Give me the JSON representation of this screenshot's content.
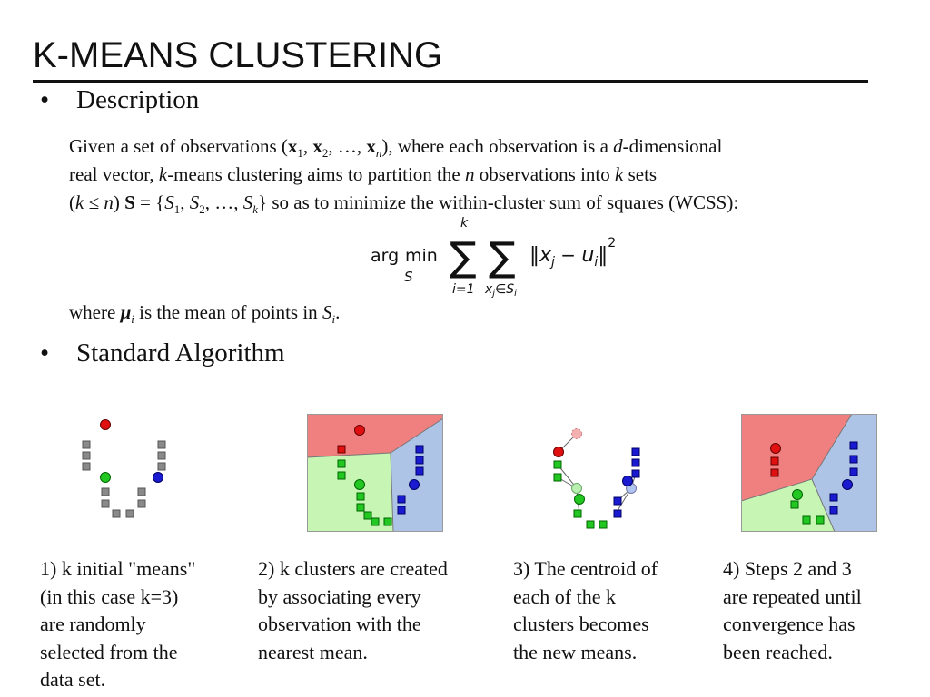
{
  "title": "K-MEANS CLUSTERING",
  "bullets": [
    {
      "marker": "•",
      "label": "Description"
    },
    {
      "marker": "•",
      "label": "Standard Algorithm"
    }
  ],
  "description": {
    "line1": {
      "a": "Given a set of observations (",
      "x1": "x",
      "s1": "1",
      "c1": ", ",
      "x2": "x",
      "s2": "2",
      "c2": ", …, ",
      "xn": "x",
      "sn": "n",
      "b": "), where each observation is a ",
      "d": "d",
      "c": "-dimensional"
    },
    "line2": {
      "a": "real vector, ",
      "k": "k",
      "b": "-means clustering aims to partition the ",
      "n": "n",
      "c": " observations into ",
      "k2": "k",
      "d": " sets"
    },
    "line3": {
      "a": "(",
      "k": "k",
      "le": " ≤ ",
      "n": "n",
      "b": ") ",
      "S": "S",
      "eq": " = {",
      "S1": "S",
      "s1": "1",
      "c1": ", ",
      "S2": "S",
      "s2": "2",
      "c2": ", …, ",
      "Sk": "S",
      "sk": "k",
      "e": "} so as to minimize the within-cluster sum of squares (WCSS):"
    }
  },
  "formula": {
    "arg": "arg",
    "min": "min",
    "min_sub": "S",
    "sum1_top": "k",
    "sum1_bottom": "i=1",
    "sum2_bottom": "x",
    "sum2_bottom_sub": "j",
    "sum2_bottom_rest": "∈S",
    "sum2_bottom_sub2": "i",
    "sigma": "∑",
    "norm_left": "‖",
    "xj": "x",
    "xj_sub": "j",
    "minus": " − ",
    "ui": "u",
    "ui_sub": "i",
    "norm_right": "‖",
    "power": "2"
  },
  "where": {
    "a": "where ",
    "mu": "μ",
    "mu_sub": "i",
    "b": " is the mean of points in ",
    "S": "S",
    "S_sub": "i",
    "c": "."
  },
  "captions": [
    "1) k initial \"means\"\n(in this case k=3)\nare randomly\nselected from the\ndata set.",
    "2) k clusters are created\nby associating every\nobservation with the\nnearest mean.",
    "3) The centroid of\neach of the k\nclusters becomes\nthe new means.",
    "4) Steps 2 and 3\nare repeated until\nconvergence has\nbeen reached."
  ],
  "colors": {
    "red": "#e01010",
    "green": "#22c722",
    "blue": "#1a1ad0",
    "gray": "#8a8a8a",
    "region_red": "#f08080",
    "region_green": "#c6f5b4",
    "region_blue": "#aec4e6"
  }
}
